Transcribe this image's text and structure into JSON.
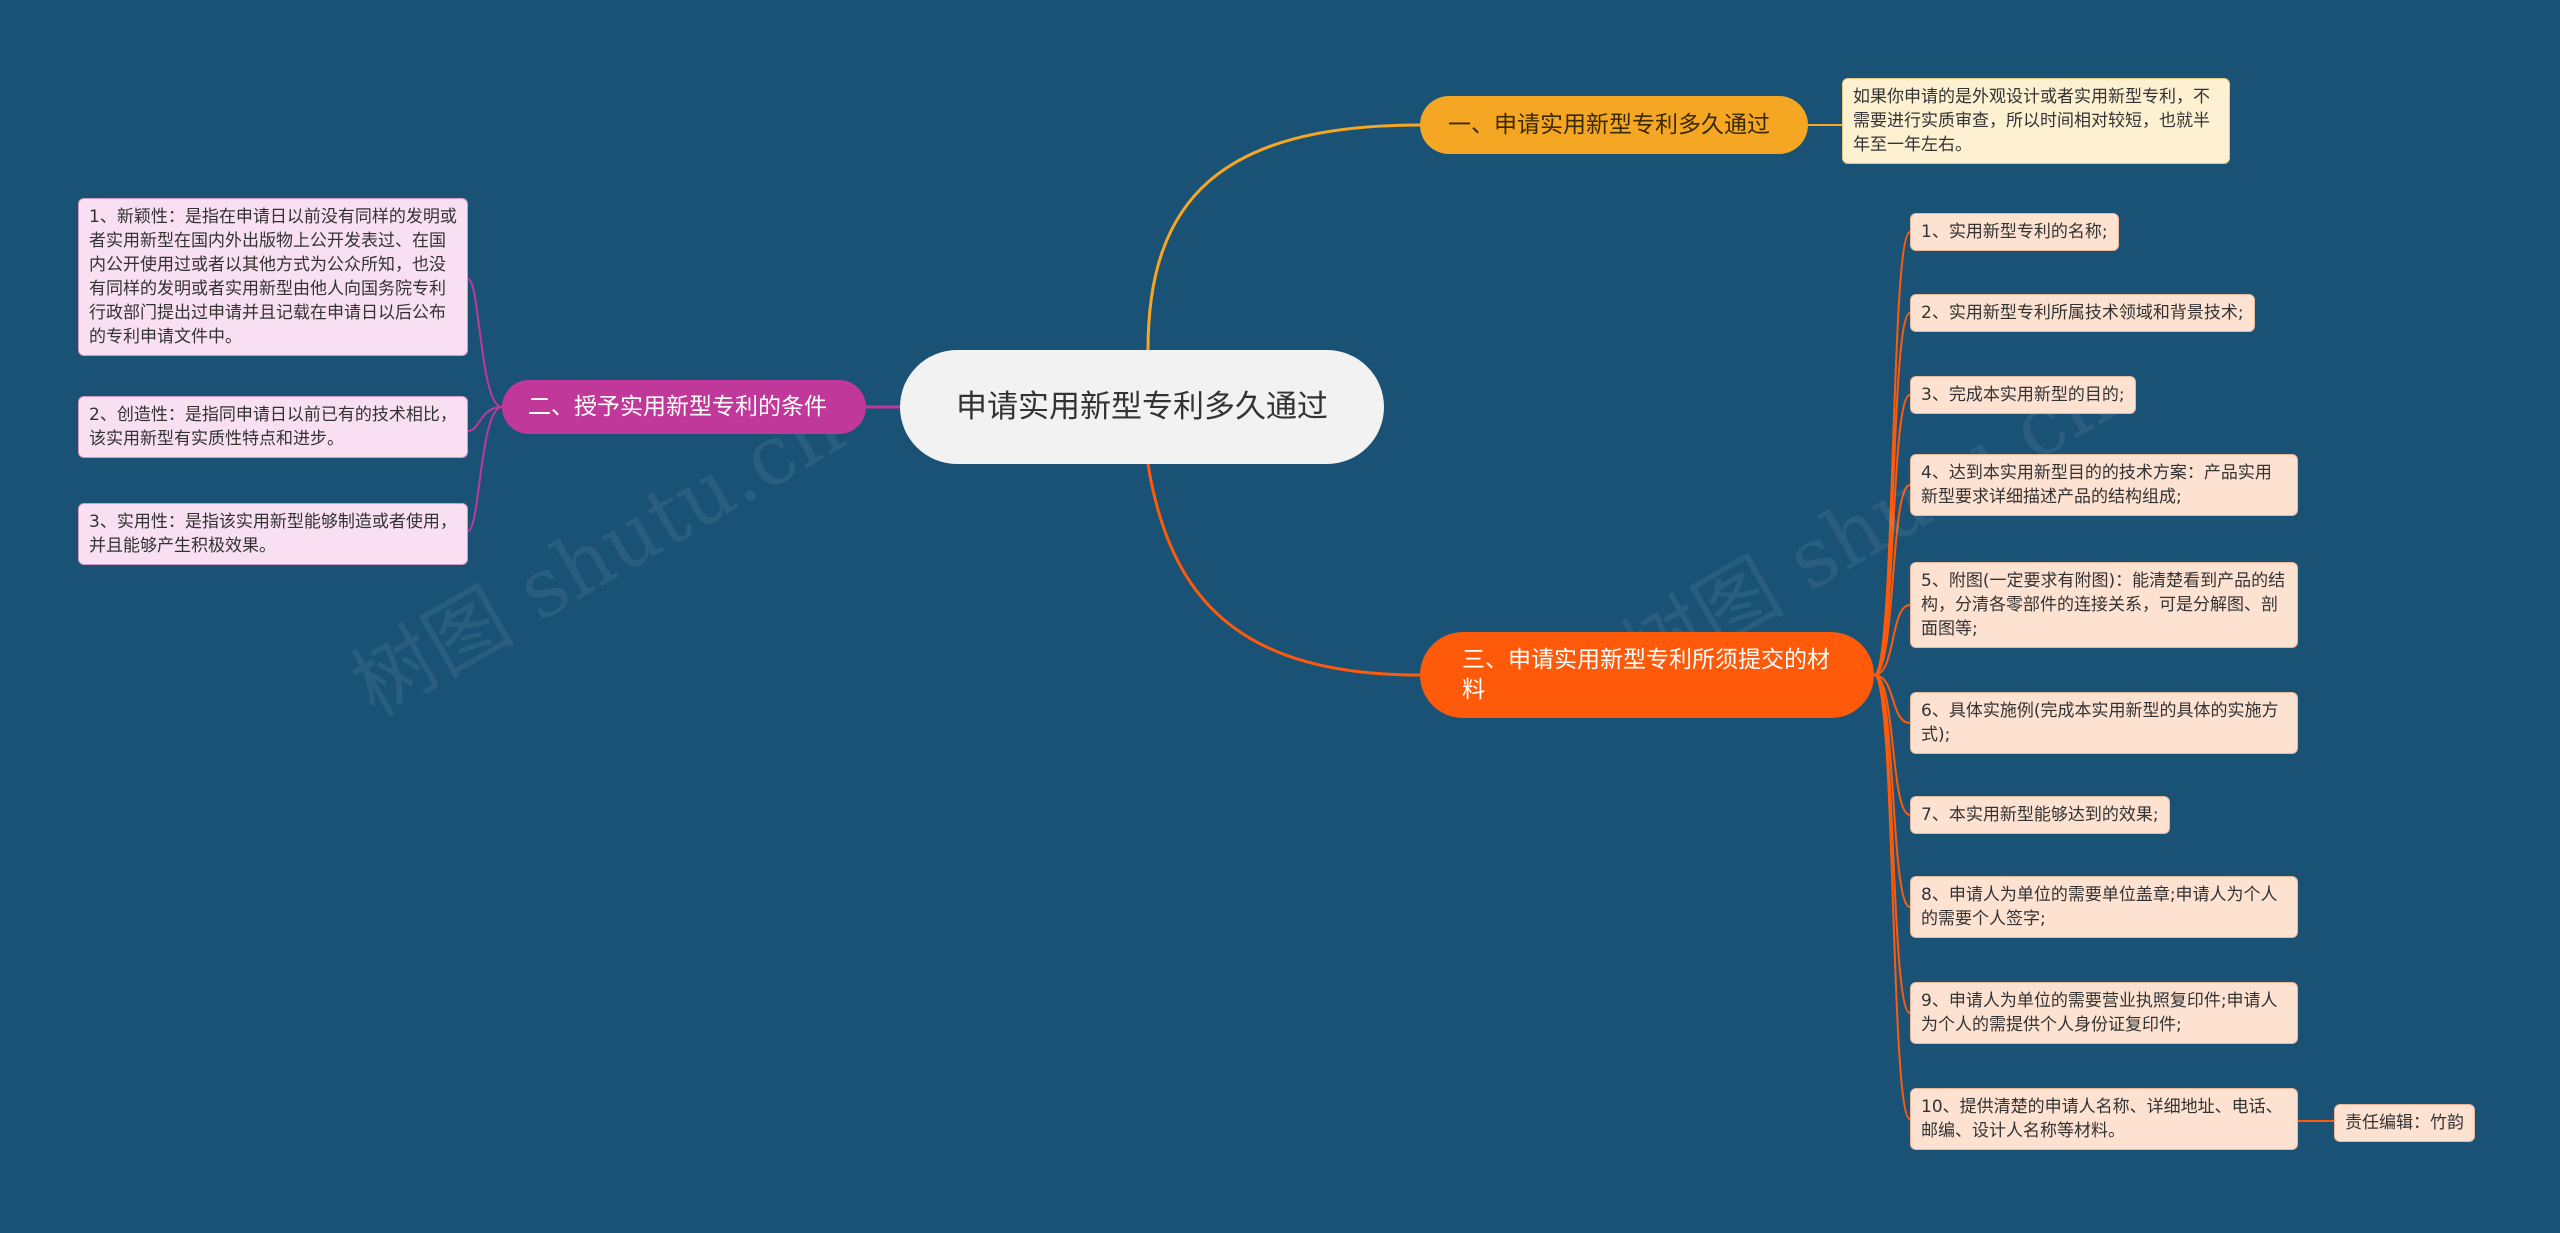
{
  "colors": {
    "background": "#1a5276",
    "root": "#f2f2f2",
    "branch1": "#f5a623",
    "branch2": "#c0399a",
    "branch3": "#ff5a0a"
  },
  "root": {
    "title": "申请实用新型专利多久通过"
  },
  "branch1": {
    "label": "一、申请实用新型专利多久通过",
    "note": "如果你申请的是外观设计或者实用新型专利，不需要进行实质审查，所以时间相对较短，也就半年至一年左右。"
  },
  "branch2": {
    "label": "二、授予实用新型专利的条件",
    "items": [
      "1、新颖性：是指在申请日以前没有同样的发明或者实用新型在国内外出版物上公开发表过、在国内公开使用过或者以其他方式为公众所知，也没有同样的发明或者实用新型由他人向国务院专利行政部门提出过申请并且记载在申请日以后公布的专利申请文件中。",
      "2、创造性：是指同申请日以前已有的技术相比，该实用新型有实质性特点和进步。",
      "3、实用性：是指该实用新型能够制造或者使用，并且能够产生积极效果。"
    ]
  },
  "branch3": {
    "label": "三、申请实用新型专利所须提交的材料",
    "items": [
      "1、实用新型专利的名称;",
      "2、实用新型专利所属技术领域和背景技术;",
      "3、完成本实用新型的目的;",
      "4、达到本实用新型目的的技术方案：产品实用新型要求详细描述产品的结构组成;",
      "5、附图(一定要求有附图)：能清楚看到产品的结构，分清各零部件的连接关系，可是分解图、剖面图等;",
      "6、具体实施例(完成本实用新型的具体的实施方式);",
      "7、本实用新型能够达到的效果;",
      "8、申请人为单位的需要单位盖章;申请人为个人的需要个人签字;",
      "9、申请人为单位的需要营业执照复印件;申请人为个人的需提供个人身份证复印件;",
      "10、提供清楚的申请人名称、详细地址、电话、邮编、设计人名称等材料。"
    ],
    "editor": "责任编辑：竹韵"
  },
  "watermark": "树图 shutu.cn"
}
